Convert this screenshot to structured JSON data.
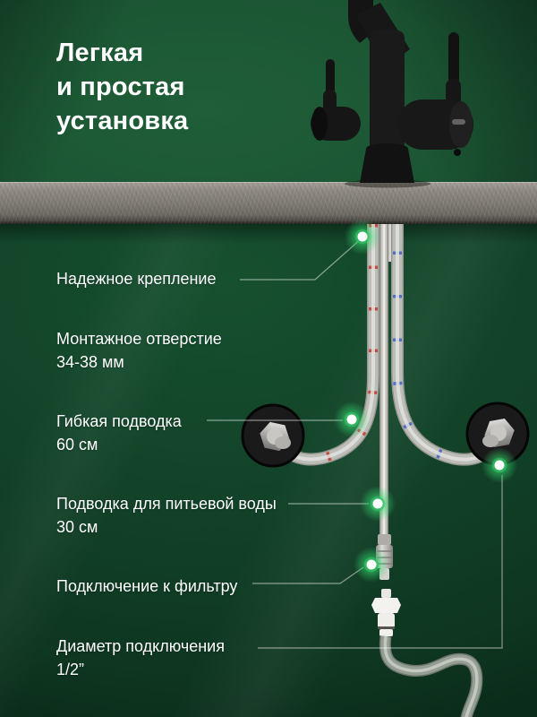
{
  "title": {
    "lines": [
      "Легкая",
      "и простая",
      "установка"
    ]
  },
  "callouts": [
    {
      "label": "Надежное крепление",
      "value": ""
    },
    {
      "label": "Монтажное отверстие",
      "value": "34-38 мм"
    },
    {
      "label": "Гибкая подводка",
      "value": "60 см"
    },
    {
      "label": "Подводка для питьевой воды",
      "value": "30 см"
    },
    {
      "label": "Подключение к фильтру",
      "value": ""
    },
    {
      "label": "Диаметр подключения",
      "value": "1/2”"
    }
  ],
  "colors": {
    "wall_green_light": "#1f5e38",
    "wall_green_dark": "#0e3520",
    "countertop_grey": "#7e7a73",
    "faucet_black": "#151515",
    "indicator_glow_green": "#35d96e",
    "hot_hose_stripe_red": "#c13a2c",
    "cold_hose_stripe_blue": "#3f63c2",
    "text_white": "#ffffff"
  }
}
